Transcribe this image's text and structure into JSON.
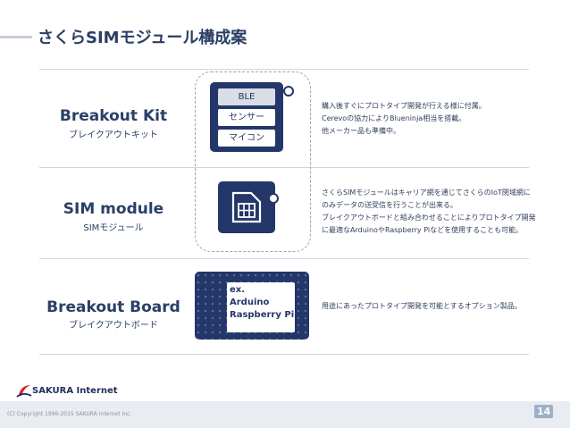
{
  "slide": {
    "title": "さくらSIMモジュール構成案",
    "page_number": "14",
    "copyright": "(C) Copyright 1996-2015 SAKURA Internet Inc.",
    "logo_text": "SAKURA Internet"
  },
  "rows": {
    "kit": {
      "title": "Breakout Kit",
      "subtitle": "ブレイクアウトキット",
      "labels": [
        "BLE",
        "センサー",
        "マイコン"
      ],
      "description": [
        "購入後すぐにプロトタイプ開発が行える様に付属。",
        "Cerevoの協力によりBlueninja相当を搭載。",
        "他メーカー品も準備中。"
      ]
    },
    "sim": {
      "title": "SIM module",
      "subtitle": "SIMモジュール",
      "description": [
        "さくらSIMモジュールはキャリア網を通じてさくらのIoT閉域網に",
        "のみデータの送受信を行うことが出来る。",
        "ブレイクアウトボードと組み合わせることによりプロトタイプ開発",
        "に最適なArduinoやRaspberry Piなどを使用することも可能。"
      ]
    },
    "board": {
      "title": "Breakout Board",
      "subtitle": "ブレイクアウトボード",
      "labels": [
        "ex.",
        "Arduino",
        "Raspberry Pi"
      ],
      "description": [
        "用途にあったプロトタイプ開発を可能とするオプション製品。"
      ]
    }
  },
  "colors": {
    "navy": "#24376a",
    "title": "#2a3f66",
    "divider": "#cfd6df",
    "accent_red": "#d9252a"
  }
}
